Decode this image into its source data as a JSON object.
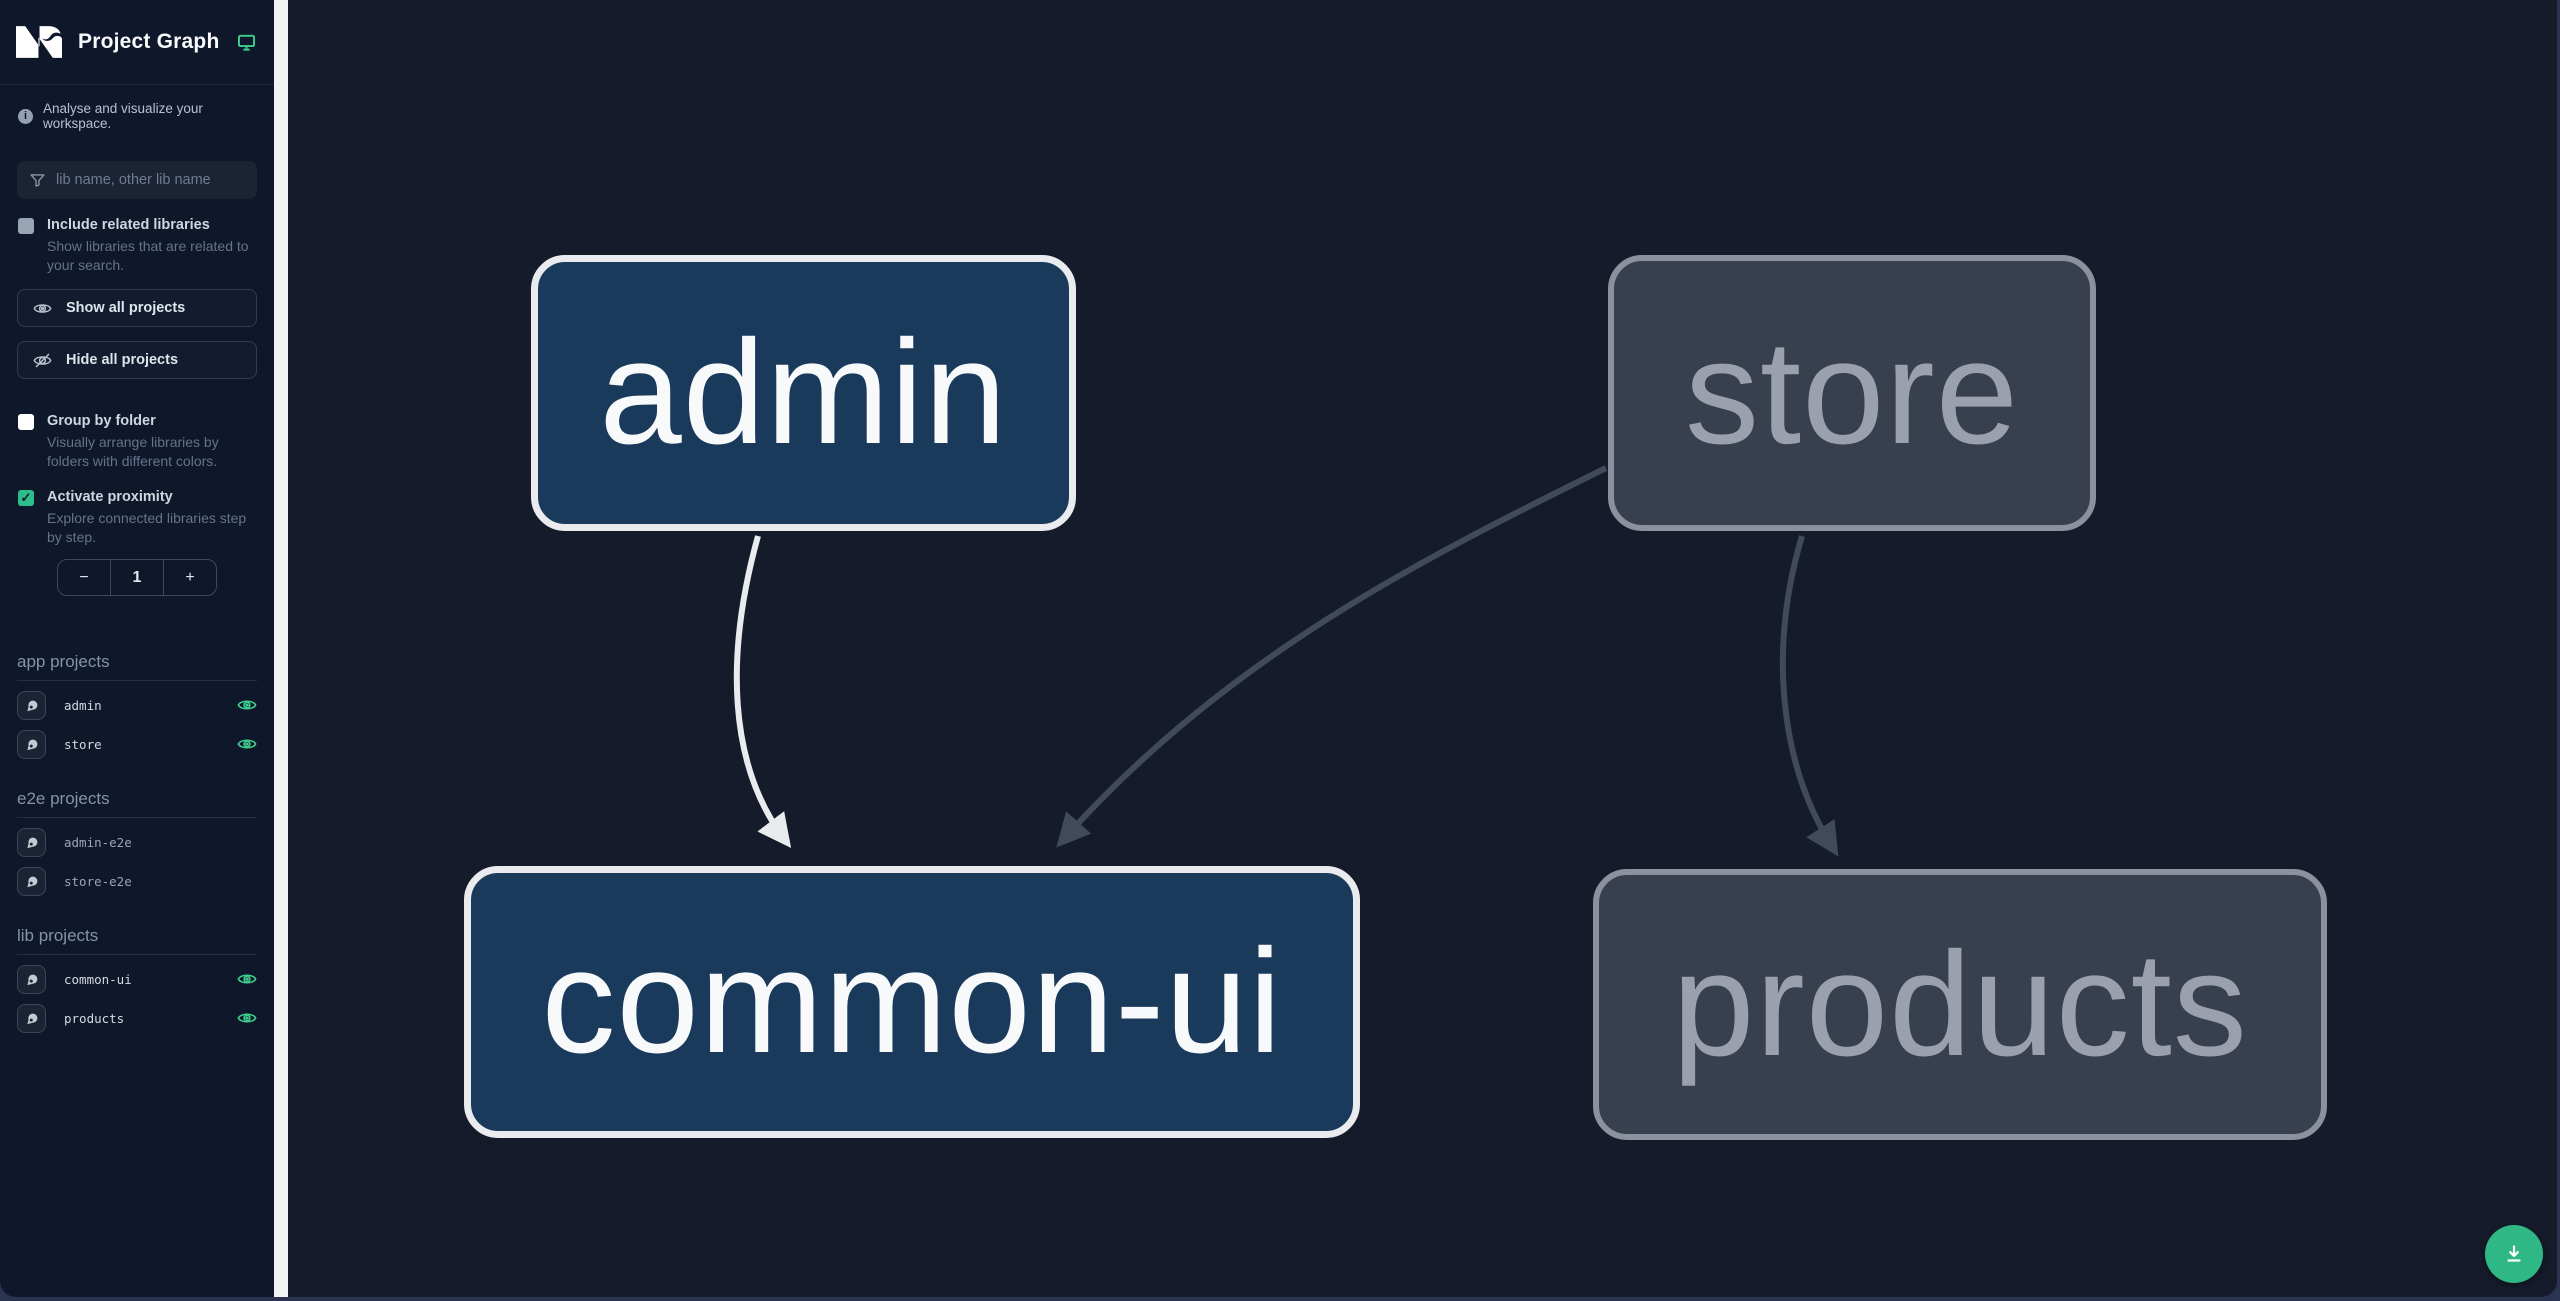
{
  "app": {
    "title": "Project Graph",
    "tagline": "Analyse and visualize your workspace."
  },
  "colors": {
    "accent_teal": "#3ecf8e",
    "focused_node_fill": "#1a3a5c",
    "focused_node_border": "#e9ebee",
    "faded_node_fill": "#383f4e",
    "faded_node_border": "#8b929e",
    "edge_light": "#e9ebee",
    "edge_dark": "#414a5a",
    "sidebar_bg": "#0f172a",
    "canvas_bg": "#151b2b",
    "fab_bg": "#2fb886"
  },
  "filter": {
    "placeholder": "lib name, other lib name"
  },
  "options": {
    "include_related": {
      "label": "Include related libraries",
      "description": "Show libraries that are related to your search.",
      "checked": false
    },
    "group_by_folder": {
      "label": "Group by folder",
      "description": "Visually arrange libraries by folders with different colors.",
      "checked": false
    },
    "activate_proximity": {
      "label": "Activate proximity",
      "description": "Explore connected libraries step by step.",
      "checked": true,
      "check_glyph": "✓"
    }
  },
  "actions": {
    "show_all": "Show all projects",
    "hide_all": "Hide all projects"
  },
  "proximity_stepper": {
    "decrement": "−",
    "value": "1",
    "increment": "+"
  },
  "sections": [
    {
      "title": "app projects",
      "items": [
        {
          "name": "admin",
          "visible": true
        },
        {
          "name": "store",
          "visible": true
        }
      ]
    },
    {
      "title": "e2e projects",
      "items": [
        {
          "name": "admin-e2e",
          "visible": false
        },
        {
          "name": "store-e2e",
          "visible": false
        }
      ]
    },
    {
      "title": "lib projects",
      "items": [
        {
          "name": "common-ui",
          "visible": true
        },
        {
          "name": "products",
          "visible": true
        }
      ]
    }
  ],
  "graph": {
    "nodes": [
      {
        "label": "admin",
        "state": "focused"
      },
      {
        "label": "store",
        "state": "faded"
      },
      {
        "label": "common-ui",
        "state": "focused"
      },
      {
        "label": "products",
        "state": "faded"
      }
    ],
    "edges": [
      {
        "from": "admin",
        "to": "common-ui",
        "style": "light"
      },
      {
        "from": "store",
        "to": "common-ui",
        "style": "dark"
      },
      {
        "from": "store",
        "to": "products",
        "style": "dark"
      }
    ]
  }
}
